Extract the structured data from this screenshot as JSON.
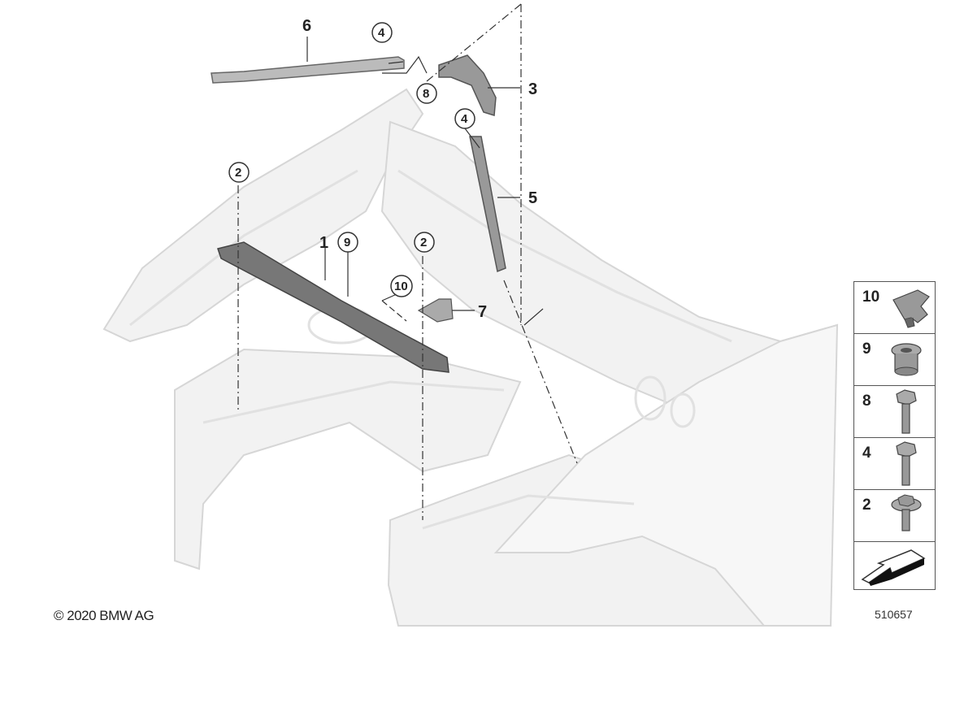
{
  "diagram": {
    "callouts": {
      "c1": "1",
      "c2a": "2",
      "c2b": "2",
      "c3": "3",
      "c4a": "4",
      "c4b": "4",
      "c5": "5",
      "c6": "6",
      "c7": "7",
      "c8": "8",
      "c9": "9",
      "c10": "10"
    },
    "copyright": "© 2020 BMW AG",
    "document_number": "510657"
  },
  "legend": {
    "items": [
      {
        "label": "10",
        "icon": "clip-nut-icon"
      },
      {
        "label": "9",
        "icon": "collar-nut-icon"
      },
      {
        "label": "8",
        "icon": "hex-bolt-icon"
      },
      {
        "label": "4",
        "icon": "hex-bolt-icon"
      },
      {
        "label": "2",
        "icon": "flange-bolt-icon"
      },
      {
        "label": "",
        "icon": "direction-arrow-icon"
      }
    ]
  }
}
